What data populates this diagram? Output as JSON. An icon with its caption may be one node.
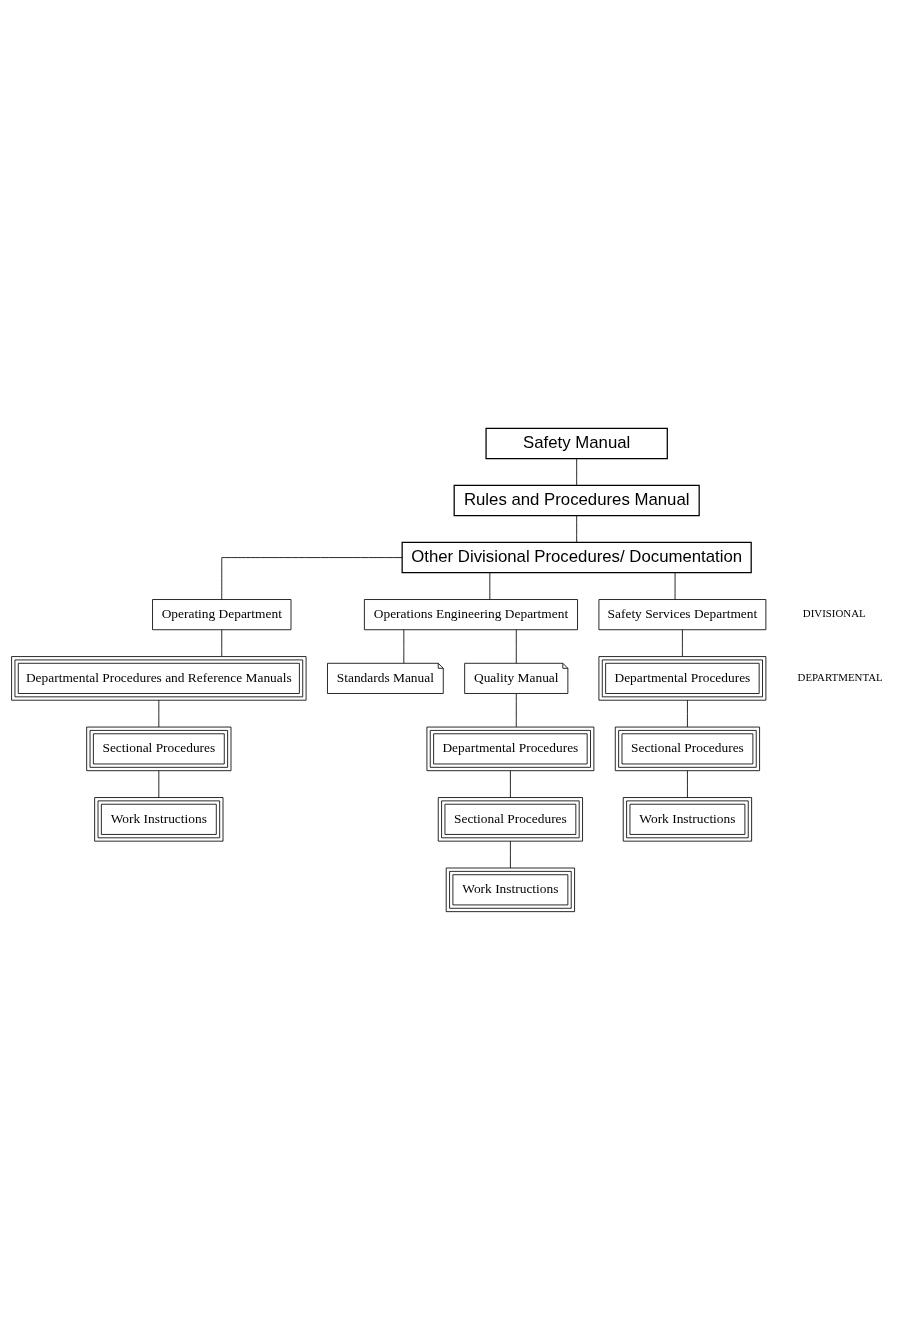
{
  "diagram": {
    "nodes": [
      {
        "text": [
          "Safety Manual"
        ]
      },
      {
        "text": [
          "Rules and Procedures Manual"
        ]
      },
      {
        "text": [
          "Other Divisional Procedures/ Documentation"
        ]
      },
      {
        "text": [
          "Operating Department"
        ]
      },
      {
        "text": [
          "Operations Engineering Department"
        ]
      },
      {
        "text": [
          "Safety Services Department"
        ]
      },
      {
        "text": [
          "Departmental Procedures and Reference Manuals"
        ]
      },
      {
        "text": [
          "Standards Manual"
        ]
      },
      {
        "text": [
          "Quality Manual"
        ]
      },
      {
        "text": [
          "Departmental Procedures"
        ]
      },
      {
        "text": [
          "Sectional Procedures"
        ]
      },
      {
        "text": [
          "Departmental Procedures"
        ]
      },
      {
        "text": [
          "Sectional Procedures"
        ]
      },
      {
        "text": [
          "Work Instructions"
        ]
      },
      {
        "text": [
          "Sectional Procedures"
        ]
      },
      {
        "text": [
          "Work Instructions"
        ]
      },
      {
        "text": [
          "Work Instructions"
        ]
      }
    ],
    "edges": [
      {
        "from": 0,
        "to": 1,
        "arrow": "none"
      },
      {
        "from": 1,
        "to": 2,
        "arrow": "none"
      },
      {
        "from": 2,
        "to": 3,
        "arrow": "none"
      },
      {
        "from": 2,
        "to": 4,
        "arrow": "none"
      },
      {
        "from": 2,
        "to": 5,
        "arrow": "none"
      },
      {
        "from": 3,
        "to": 6,
        "arrow": "none"
      },
      {
        "from": 4,
        "to": 7,
        "arrow": "none"
      },
      {
        "from": 4,
        "to": 8,
        "arrow": "none"
      },
      {
        "from": 5,
        "to": 9,
        "arrow": "none"
      },
      {
        "from": 6,
        "to": 10,
        "arrow": "none"
      },
      {
        "from": 8,
        "to": 11,
        "arrow": "none"
      },
      {
        "from": 9,
        "to": 12,
        "arrow": "none"
      },
      {
        "from": 10,
        "to": 13,
        "arrow": "none"
      },
      {
        "from": 11,
        "to": 14,
        "arrow": "none"
      },
      {
        "from": 12,
        "to": 15,
        "arrow": "none"
      },
      {
        "from": 14,
        "to": 16,
        "arrow": "none"
      }
    ],
    "labels": [
      "DIVISIONAL",
      "DEPARTMENTAL"
    ]
  }
}
